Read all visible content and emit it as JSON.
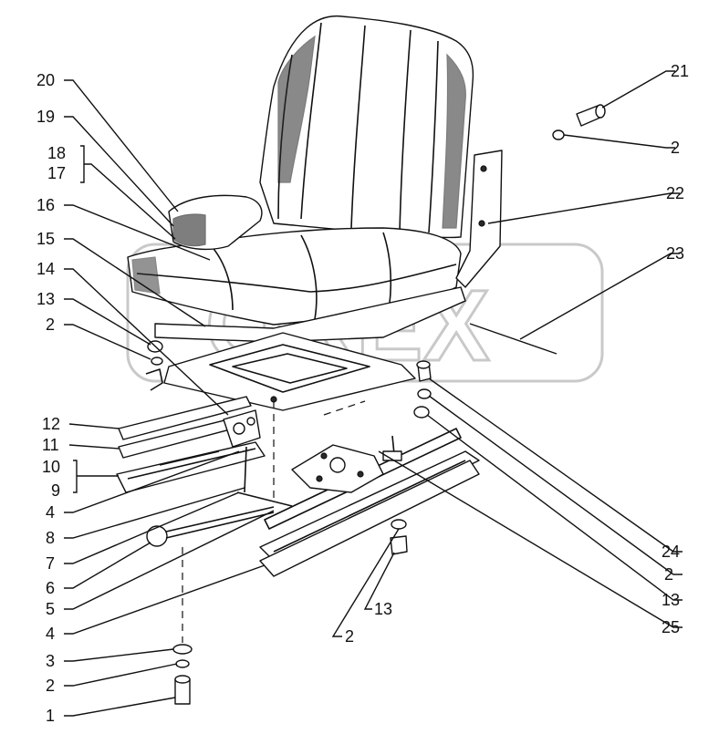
{
  "watermark": {
    "text": "OREX"
  },
  "callouts": [
    {
      "id": "c20",
      "label": "20"
    },
    {
      "id": "c19",
      "label": "19"
    },
    {
      "id": "c18",
      "label": "18"
    },
    {
      "id": "c17",
      "label": "17"
    },
    {
      "id": "c16",
      "label": "16"
    },
    {
      "id": "c15",
      "label": "15"
    },
    {
      "id": "c14",
      "label": "14"
    },
    {
      "id": "c13a",
      "label": "13"
    },
    {
      "id": "c2a",
      "label": "2"
    },
    {
      "id": "c12",
      "label": "12"
    },
    {
      "id": "c11",
      "label": "11"
    },
    {
      "id": "c10",
      "label": "10"
    },
    {
      "id": "c9",
      "label": "9"
    },
    {
      "id": "c4a",
      "label": "4"
    },
    {
      "id": "c8",
      "label": "8"
    },
    {
      "id": "c7",
      "label": "7"
    },
    {
      "id": "c6",
      "label": "6"
    },
    {
      "id": "c5",
      "label": "5"
    },
    {
      "id": "c4b",
      "label": "4"
    },
    {
      "id": "c3",
      "label": "3"
    },
    {
      "id": "c2b",
      "label": "2"
    },
    {
      "id": "c1",
      "label": "1"
    },
    {
      "id": "c21",
      "label": "21"
    },
    {
      "id": "c2c",
      "label": "2"
    },
    {
      "id": "c22",
      "label": "22"
    },
    {
      "id": "c23",
      "label": "23"
    },
    {
      "id": "c24",
      "label": "24"
    },
    {
      "id": "c2d",
      "label": "2"
    },
    {
      "id": "c13b",
      "label": "13"
    },
    {
      "id": "c25",
      "label": "25"
    },
    {
      "id": "c13c",
      "label": "13"
    },
    {
      "id": "c2e",
      "label": "2"
    }
  ]
}
